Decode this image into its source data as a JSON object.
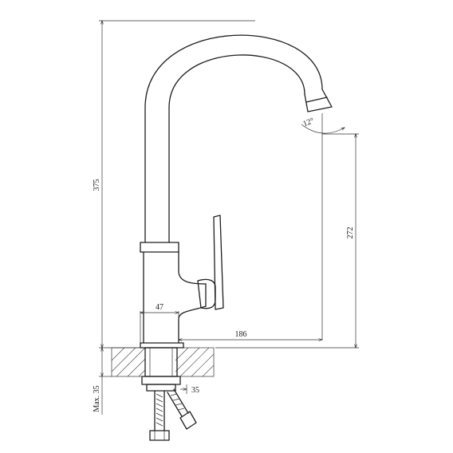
{
  "dimensions": {
    "overall_height": "375",
    "spout_height": "272",
    "spout_reach": "186",
    "base_diameter": "47",
    "max_thickness": "Max. 35",
    "shank_diameter": "35",
    "spout_angle": "12°"
  },
  "colors": {
    "line": "#1e1e1e",
    "background": "#ffffff"
  }
}
